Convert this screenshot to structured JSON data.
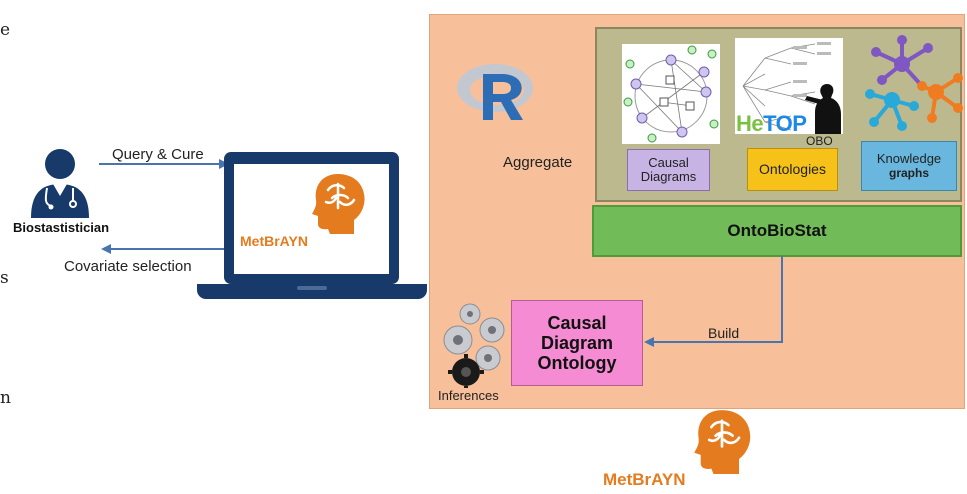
{
  "actor": {
    "name": "Biostastistician"
  },
  "arrows": {
    "query_label": "Query & Cure",
    "covariate_label": "Covariate selection",
    "aggregate_label": "Aggregate",
    "build_label": "Build"
  },
  "laptop": {
    "logo_text": "MetBrAYN"
  },
  "tools": {
    "causal_diagrams": "Causal\nDiagrams",
    "hetop": "HeTOP",
    "obo": "OBO",
    "ontologies": "Ontologies",
    "knowledge_graphs_line1": "Knowledge",
    "knowledge_graphs_line2": "graphs"
  },
  "ontobiostat": "OntoBioStat",
  "cdo": "Causal\nDiagram\nOntology",
  "inferences": "Inferences",
  "bottom_logo": "MetBrAYN",
  "left_edge_chars": [
    "e",
    "s",
    "n"
  ],
  "colors": {
    "platform": "#f7c09b",
    "tools_box": "#bdb98e",
    "ontobiostat": "#72bb59",
    "cdo": "#f58bd2",
    "logo_orange": "#e57b1f",
    "laptop_navy": "#173a6a",
    "arrow_blue": "#4a74b0"
  },
  "icons": [
    "person-doctor-icon",
    "r-logo-icon",
    "brain-head-icon",
    "gears-icon",
    "causal-graph-icon",
    "ontology-tree-icon",
    "knowledge-graph-icon"
  ]
}
